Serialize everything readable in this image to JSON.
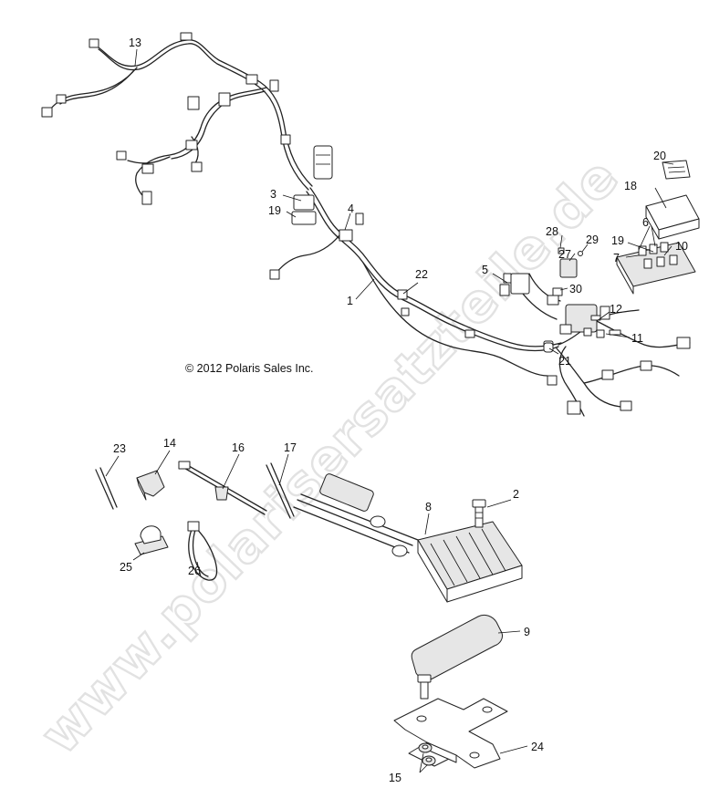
{
  "copyright": "© 2012 Polaris Sales Inc.",
  "watermark": "www.polarisersatzteile.de",
  "callouts": [
    {
      "id": "c1",
      "text": "1"
    },
    {
      "id": "c2",
      "text": "2"
    },
    {
      "id": "c3",
      "text": "3"
    },
    {
      "id": "c4",
      "text": "4"
    },
    {
      "id": "c5",
      "text": "5"
    },
    {
      "id": "c6",
      "text": "6"
    },
    {
      "id": "c7",
      "text": "7"
    },
    {
      "id": "c8",
      "text": "8"
    },
    {
      "id": "c9",
      "text": "9"
    },
    {
      "id": "c10",
      "text": "10"
    },
    {
      "id": "c11",
      "text": "11"
    },
    {
      "id": "c12",
      "text": "12"
    },
    {
      "id": "c13",
      "text": "13"
    },
    {
      "id": "c14",
      "text": "14"
    },
    {
      "id": "c15",
      "text": "15"
    },
    {
      "id": "c16",
      "text": "16"
    },
    {
      "id": "c17",
      "text": "17"
    },
    {
      "id": "c18",
      "text": "18"
    },
    {
      "id": "c19a",
      "text": "19"
    },
    {
      "id": "c19b",
      "text": "19"
    },
    {
      "id": "c20",
      "text": "20"
    },
    {
      "id": "c21",
      "text": "21"
    },
    {
      "id": "c22",
      "text": "22"
    },
    {
      "id": "c23",
      "text": "23"
    },
    {
      "id": "c24",
      "text": "24"
    },
    {
      "id": "c25",
      "text": "25"
    },
    {
      "id": "c26",
      "text": "26"
    },
    {
      "id": "c27",
      "text": "27"
    },
    {
      "id": "c28",
      "text": "28"
    },
    {
      "id": "c29",
      "text": "29"
    },
    {
      "id": "c30",
      "text": "30"
    }
  ]
}
